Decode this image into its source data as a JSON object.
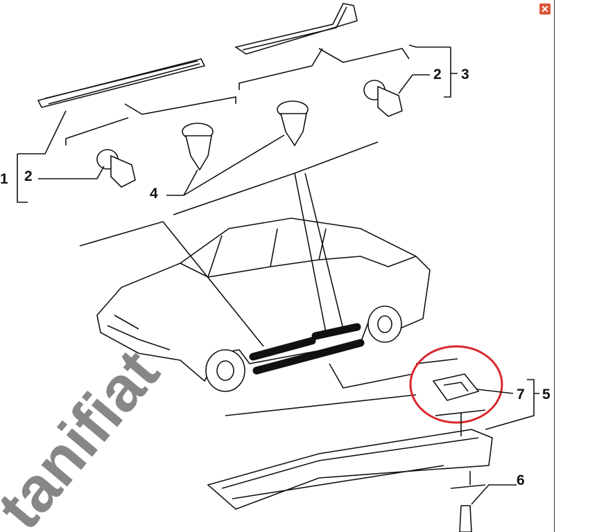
{
  "window": {
    "close_icon": "close-icon",
    "close_glyph": "✕"
  },
  "callouts": {
    "c1": "1",
    "c2_left": "2",
    "c2_right": "2",
    "c3": "3",
    "c4": "4",
    "c5": "5",
    "c6": "6",
    "c7": "7"
  },
  "highlight_color": "#d9262c",
  "watermark": "tanifiat"
}
